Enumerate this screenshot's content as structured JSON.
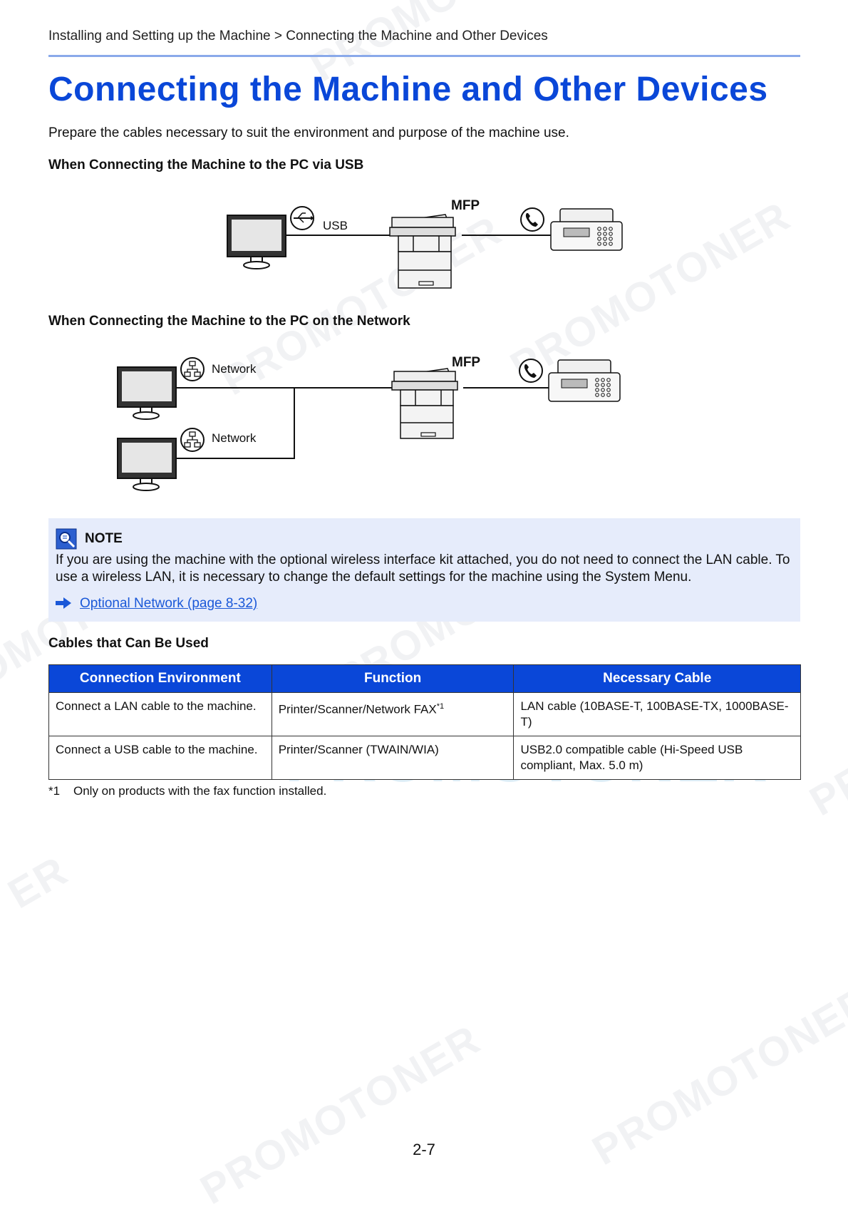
{
  "breadcrumb": "Installing and Setting up the Machine > Connecting the Machine and Other Devices",
  "title": "Connecting the Machine and Other Devices",
  "intro": "Prepare the cables necessary to suit the environment and purpose of the machine use.",
  "usb_section": {
    "heading": "When Connecting the Machine to the PC via USB",
    "cable_label": "USB",
    "mfp_label": "MFP"
  },
  "network_section": {
    "heading": "When Connecting the Machine to the PC on the Network",
    "cable_label_1": "Network",
    "cable_label_2": "Network",
    "mfp_label": "MFP"
  },
  "note": {
    "title": "NOTE",
    "text": "If you are using the machine with the optional wireless interface kit attached, you do not need to connect the LAN cable. To use a wireless LAN, it is necessary to change the default settings for the machine using the System Menu.",
    "link_text": "Optional Network (page 8-32)"
  },
  "cables_heading": "Cables that Can Be Used",
  "table": {
    "headers": [
      "Connection Environment",
      "Function",
      "Necessary Cable"
    ],
    "rows": [
      {
        "environment": "Connect a LAN cable to the machine.",
        "function": "Printer/Scanner/Network FAX",
        "function_note": "*1",
        "cable": "LAN cable (10BASE-T, 100BASE-TX, 1000BASE-T)"
      },
      {
        "environment": "Connect a USB cable to the machine.",
        "function": "Printer/Scanner (TWAIN/WIA)",
        "function_note": "",
        "cable": "USB2.0 compatible cable (Hi-Speed USB compliant, Max. 5.0 m)"
      }
    ]
  },
  "footnote": {
    "mark": "*1",
    "text": "Only on products with the fax function installed."
  },
  "page_number": "2-7",
  "watermark": "PROMOTONER",
  "watermark_partial_right": "PR",
  "watermark_partial_left": "ER",
  "colors": {
    "accent": "#0a47d8",
    "rule": "#8aa9ea",
    "note_bg": "#e6ecfb",
    "link": "#1a58d8"
  }
}
